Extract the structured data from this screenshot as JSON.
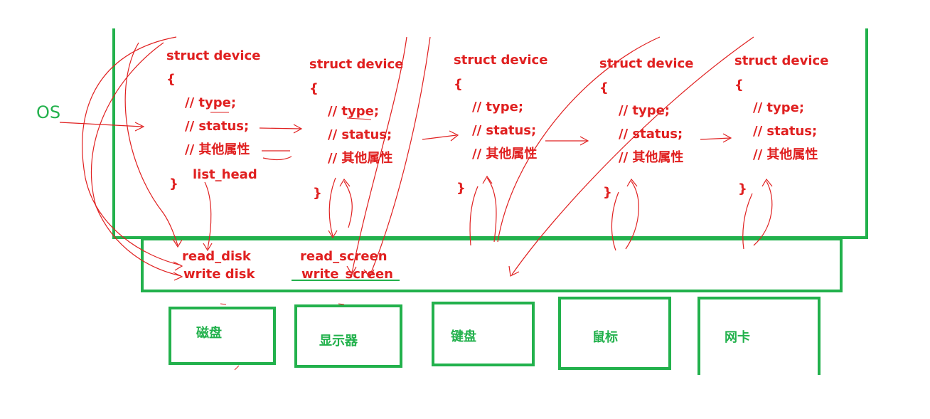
{
  "os_label": "OS",
  "struct_blocks": [
    {
      "title": "struct device",
      "open": "{",
      "lines": [
        "// type;",
        "// status;",
        "// 其他属性",
        "list_head"
      ],
      "close": "}"
    },
    {
      "title": "struct device",
      "open": "{",
      "lines": [
        "// type;",
        "// status;",
        "// 其他属性"
      ],
      "close": "}"
    },
    {
      "title": "struct device",
      "open": "{",
      "lines": [
        "// type;",
        "// status;",
        "// 其他属性"
      ],
      "close": "}"
    },
    {
      "title": "struct device",
      "open": "{",
      "lines": [
        "// type;",
        "// status;",
        "// 其他属性"
      ],
      "close": "}"
    },
    {
      "title": "struct device",
      "open": "{",
      "lines": [
        "// type;",
        "// status;",
        "// 其他属性"
      ],
      "close": "}"
    }
  ],
  "driver_functions": {
    "disk": [
      "read_disk",
      "write disk"
    ],
    "screen": [
      "read_screen",
      "write_screen"
    ]
  },
  "hardware": [
    "磁盘",
    "显示器",
    "键盘",
    "鼠标",
    "网卡"
  ],
  "colors": {
    "frame": "#22b14c",
    "annotation": "#e02020"
  }
}
